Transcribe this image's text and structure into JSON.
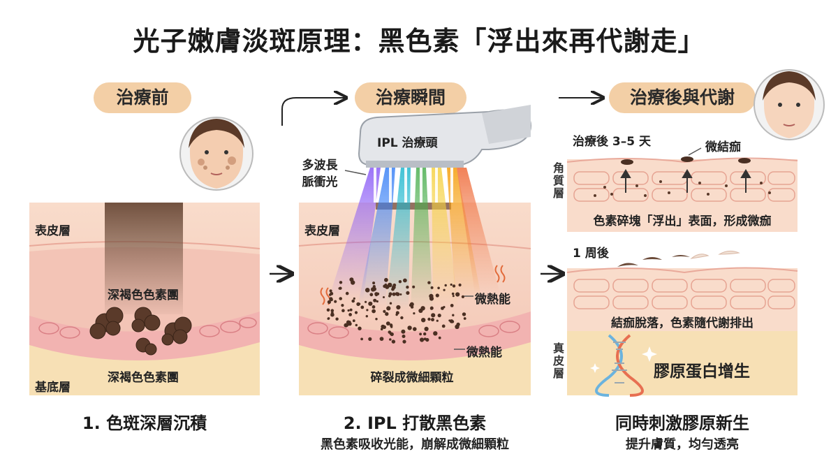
{
  "title": "光子嫩膚淡斑原理：黑色素「浮出來再代謝走」",
  "stages": {
    "before": "治療前",
    "during": "治療瞬間",
    "after": "治療後與代謝"
  },
  "panel1": {
    "epidermis": "表皮層",
    "pigment_upper": "深褐色色素團",
    "pigment_lower": "深褐色色素團",
    "basal": "基底層",
    "caption": "1. 色斑深層沉積"
  },
  "panel2": {
    "device": "IPL 治療頭",
    "light_line1": "多波長",
    "light_line2": "脈衝光",
    "epidermis": "表皮層",
    "heat1": "微熱能",
    "heat2": "微熱能",
    "fragments": "碎裂成微細顆粒",
    "caption": "2. IPL 打散黑色素",
    "sub": "黑色素吸收光能，崩解成微細顆粒"
  },
  "panel3": {
    "days": "治療後 3–5 天",
    "microscab": "微結痂",
    "stratum_corneum": "角質層",
    "float_text": "色素碎塊「浮出」表面，形成微痂",
    "week": "1 周後",
    "shed_text": "結痂脫落，色素隨代謝排出",
    "dermis": "真皮層",
    "collagen": "膠原蛋白增生",
    "caption": "同時刺激膠原新生",
    "sub": "提升膚質，均勻透亮"
  },
  "colors": {
    "pill": "#f3cfa6",
    "skin_top": "#f6d2c2",
    "skin_mid": "#f0bfae",
    "dermis": "#f7e0b5",
    "pigment": "#5a3a2a"
  }
}
